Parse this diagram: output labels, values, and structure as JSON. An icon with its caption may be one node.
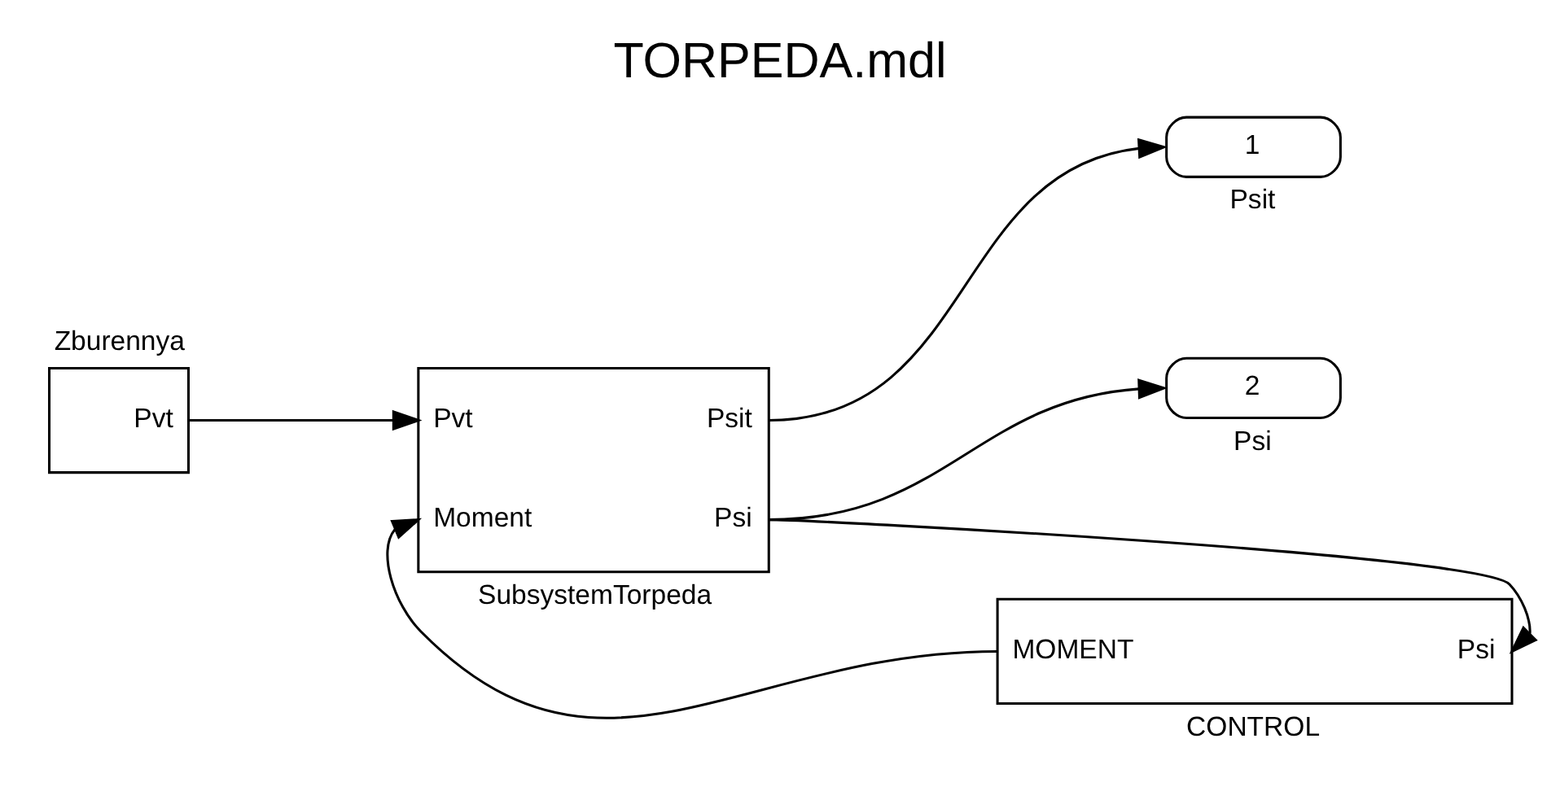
{
  "diagram": {
    "title": "TORPEDA.mdl",
    "nodes": [
      {
        "text": [
          "Zburennya",
          "Pvt"
        ]
      },
      {
        "text": [
          "Pvt",
          "Psit",
          "Moment",
          "Psi",
          "SubsystemTorpeda"
        ]
      },
      {
        "text": [
          "1",
          "Psit"
        ]
      },
      {
        "text": [
          "2",
          "Psi"
        ]
      },
      {
        "text": [
          "MOMENT",
          "Psi",
          "CONTROL"
        ]
      }
    ],
    "edges": [
      {
        "from": 0,
        "to": 1,
        "arrow": "to"
      },
      {
        "from": 1,
        "to": 2,
        "arrow": "to"
      },
      {
        "from": 1,
        "to": 3,
        "arrow": "to"
      },
      {
        "from": 1,
        "to": 4,
        "arrow": "to"
      },
      {
        "from": 4,
        "to": 1,
        "arrow": "to"
      }
    ]
  }
}
